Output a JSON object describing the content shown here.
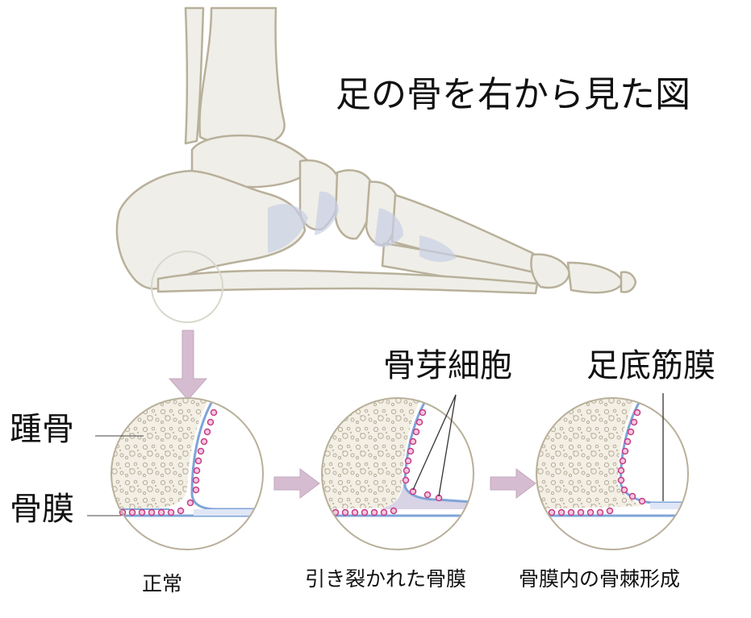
{
  "title": "足の骨を右から見た図",
  "labels": {
    "calcaneus": "踵骨",
    "periosteum": "骨膜",
    "osteoblast": "骨芽細胞",
    "plantar_fascia": "足底筋膜"
  },
  "captions": {
    "normal": "正常",
    "torn": "引き裂かれた骨膜",
    "spur": "骨膜内の骨棘形成"
  },
  "colors": {
    "bone_outline": "#b8b09a",
    "bone_fill": "#efeee8",
    "ligament": "#c9d0e6",
    "arrow": "#d6bcd0",
    "periosteum_line": "#7fa4d8",
    "cell": "#e07ab0"
  }
}
